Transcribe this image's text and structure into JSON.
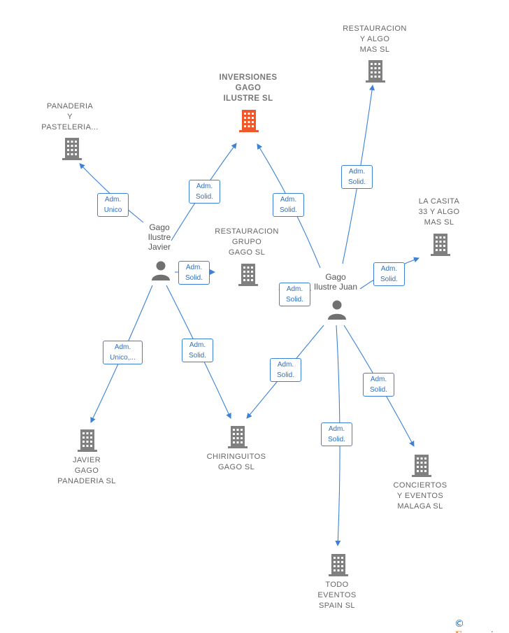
{
  "colors": {
    "edge": "#3b82d6",
    "building": "#808080",
    "building_main": "#f0572a",
    "person": "#707070"
  },
  "companies": {
    "inversiones": "INVERSIONES\nGAGO\nILUSTRE  SL",
    "panaderia": "PANADERIA\nY\nPASTELERIA...",
    "rest_algo": "RESTAURACION\nY ALGO\nMAS  SL",
    "rest_grupo": "RESTAURACION\nGRUPO\nGAGO  SL",
    "casita": "LA CASITA\n33 Y ALGO\nMAS  SL",
    "javier_gago": "JAVIER\nGAGO\nPANADERIA  SL",
    "chiringuitos": "CHIRINGUITOS\nGAGO  SL",
    "conciertos": "CONCIERTOS\nY EVENTOS\nMALAGA  SL",
    "todo": "TODO\nEVENTOS\nSPAIN  SL"
  },
  "persons": {
    "javier": "Gago\nIlustre\nJavier",
    "juan": "Gago\nIlustre Juan"
  },
  "relations": {
    "javier_panaderia": "Adm.\nUnico",
    "javier_inversiones": "Adm.\nSolid.",
    "javier_rest_grupo": "Adm.\nSolid.",
    "javier_javier_gago": "Adm.\nUnico,...",
    "javier_chiringuitos": "Adm.\nSolid.",
    "juan_inversiones": "Adm.\nSolid.",
    "juan_rest_algo": "Adm.\nSolid.",
    "juan_casita": "Adm.\nSolid.",
    "juan_rest_grupo": "Adm.\nSolid.",
    "juan_chiringuitos": "Adm.\nSolid.",
    "juan_conciertos": "Adm.\nSolid.",
    "juan_todo": "Adm.\nSolid."
  },
  "brand": {
    "copyright": "©",
    "first_letter": "E",
    "rest": "mpresia"
  }
}
